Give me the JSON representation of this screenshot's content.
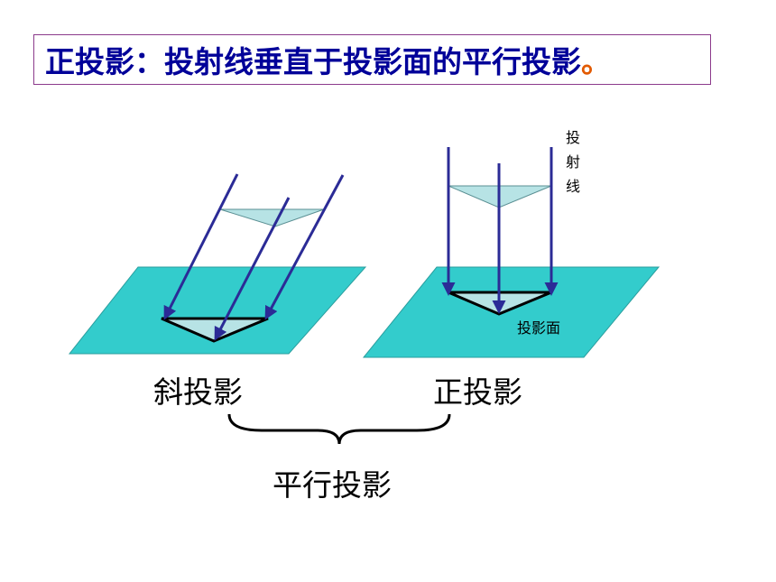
{
  "title": {
    "text": "正投影：投射线垂直于投影面的平行投影",
    "period": "。"
  },
  "labels": {
    "oblique": "斜投影",
    "orthographic": "正投影",
    "parallel": "平行投影",
    "projection_plane": "投影面",
    "projection_lines": "投射线"
  },
  "colors": {
    "plane_fill": "#33cccc",
    "triangle_fill": "#b7e3e5",
    "arrow": "#2b2b96",
    "title_text": "#000099",
    "period": "#e25a00",
    "border": "#8b3a8b"
  }
}
